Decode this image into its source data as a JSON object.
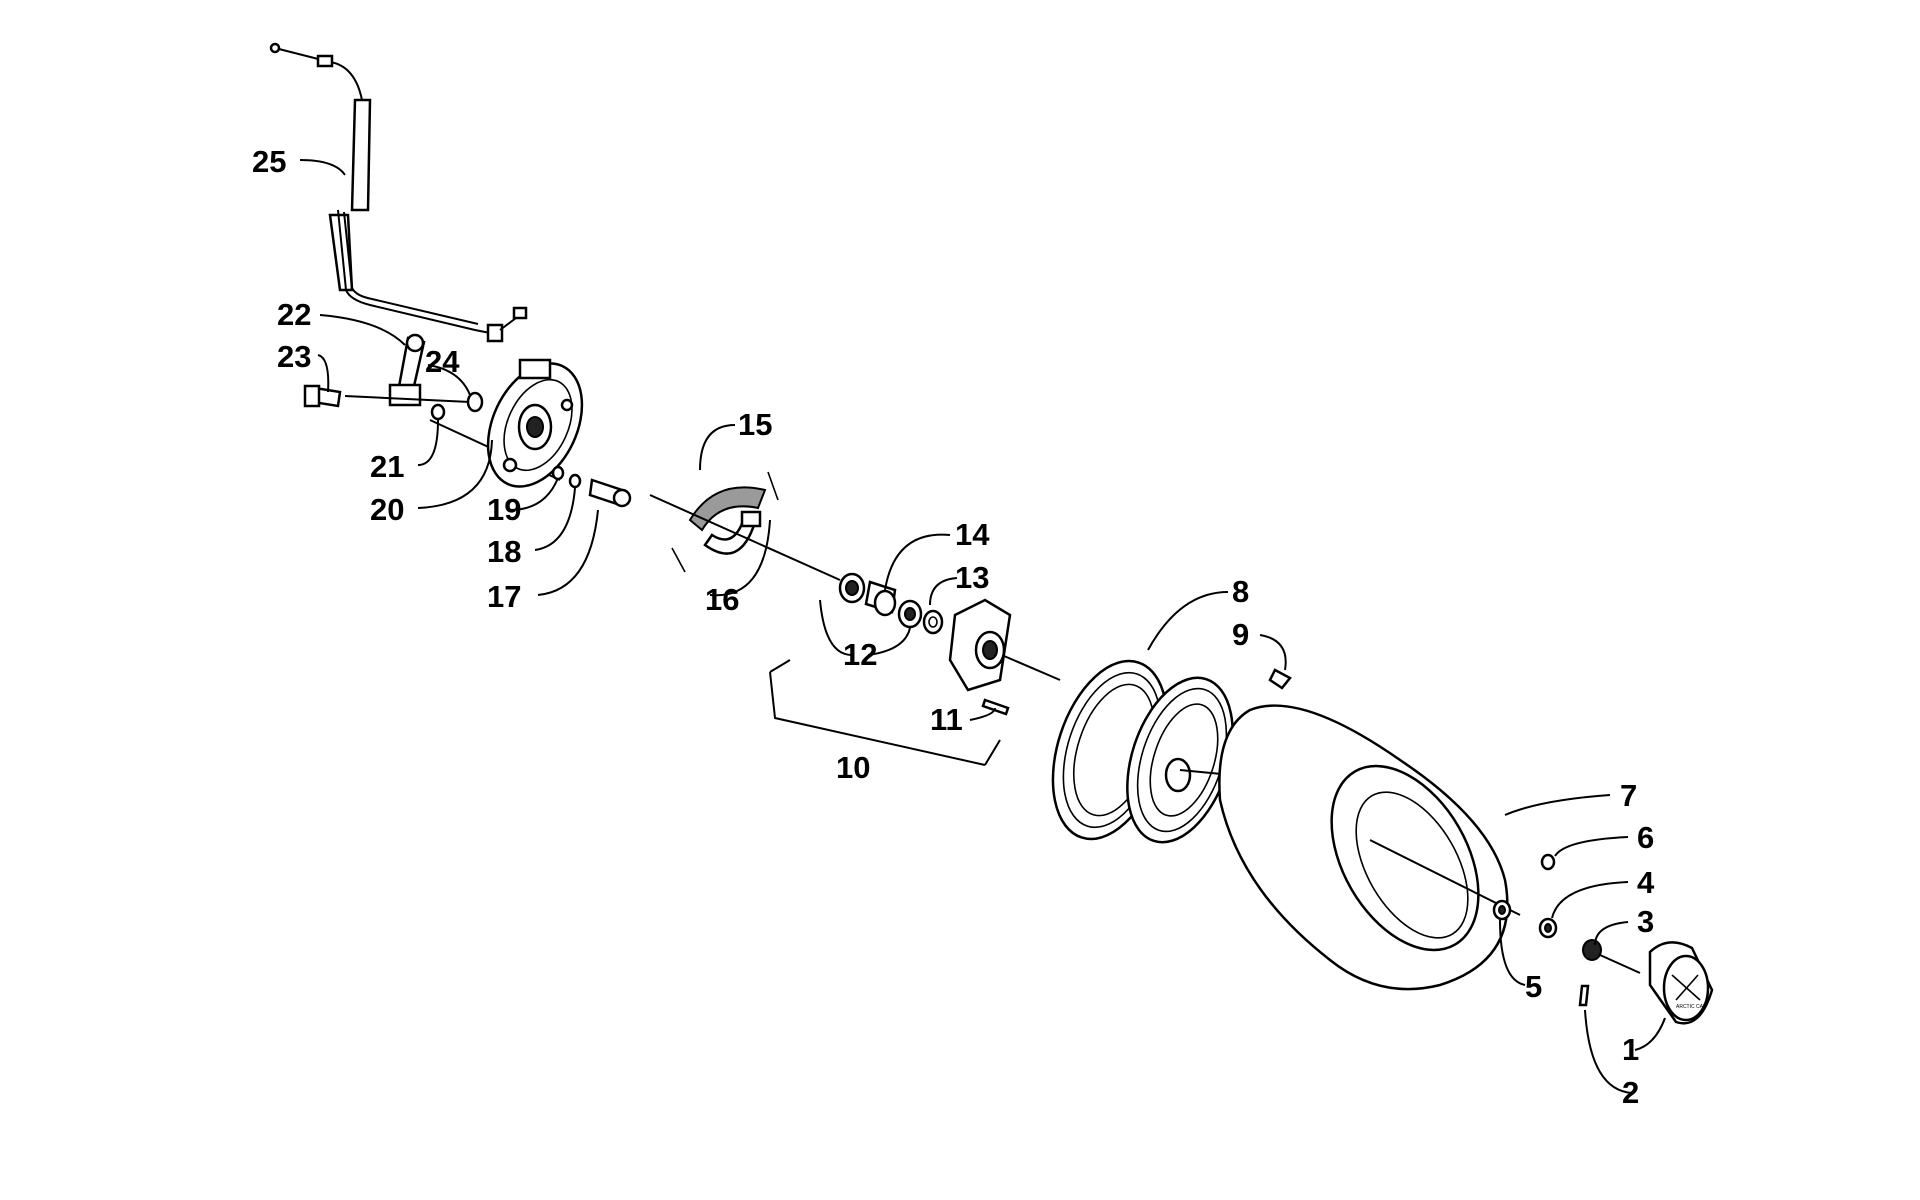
{
  "callouts": [
    {
      "id": "1",
      "label": "1"
    },
    {
      "id": "2",
      "label": "2"
    },
    {
      "id": "3",
      "label": "3"
    },
    {
      "id": "4",
      "label": "4"
    },
    {
      "id": "5",
      "label": "5"
    },
    {
      "id": "6",
      "label": "6"
    },
    {
      "id": "7",
      "label": "7"
    },
    {
      "id": "8",
      "label": "8"
    },
    {
      "id": "9",
      "label": "9"
    },
    {
      "id": "10",
      "label": "10"
    },
    {
      "id": "11",
      "label": "11"
    },
    {
      "id": "12",
      "label": "12"
    },
    {
      "id": "13",
      "label": "13"
    },
    {
      "id": "14",
      "label": "14"
    },
    {
      "id": "15",
      "label": "15"
    },
    {
      "id": "16",
      "label": "16"
    },
    {
      "id": "17",
      "label": "17"
    },
    {
      "id": "18",
      "label": "18"
    },
    {
      "id": "19",
      "label": "19"
    },
    {
      "id": "20",
      "label": "20"
    },
    {
      "id": "21",
      "label": "21"
    },
    {
      "id": "22",
      "label": "22"
    },
    {
      "id": "23",
      "label": "23"
    },
    {
      "id": "24",
      "label": "24"
    },
    {
      "id": "25",
      "label": "25"
    }
  ],
  "hub_cap_logo": "ARCTIC CAT"
}
